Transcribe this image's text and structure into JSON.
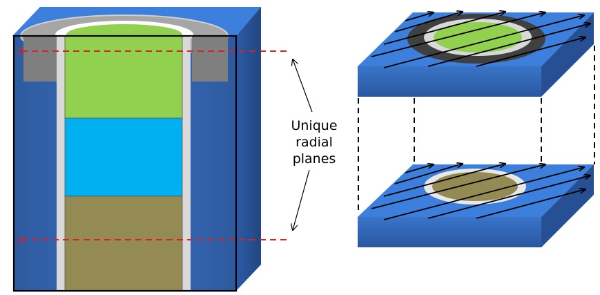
{
  "annotation": {
    "lines": [
      "Unique",
      "radial",
      "planes"
    ]
  },
  "colors": {
    "blue_front": "#3466b4",
    "blue_top": "#3c7fdc",
    "blue_side": "#28539a",
    "green": "#92d050",
    "cyan": "#00b0f0",
    "olive": "#948a54",
    "clad": "#d9d9d9",
    "gray": "#7f7f7f",
    "dark_ring": "#404040",
    "dash_red": "#e02020",
    "outline": "#000000"
  }
}
